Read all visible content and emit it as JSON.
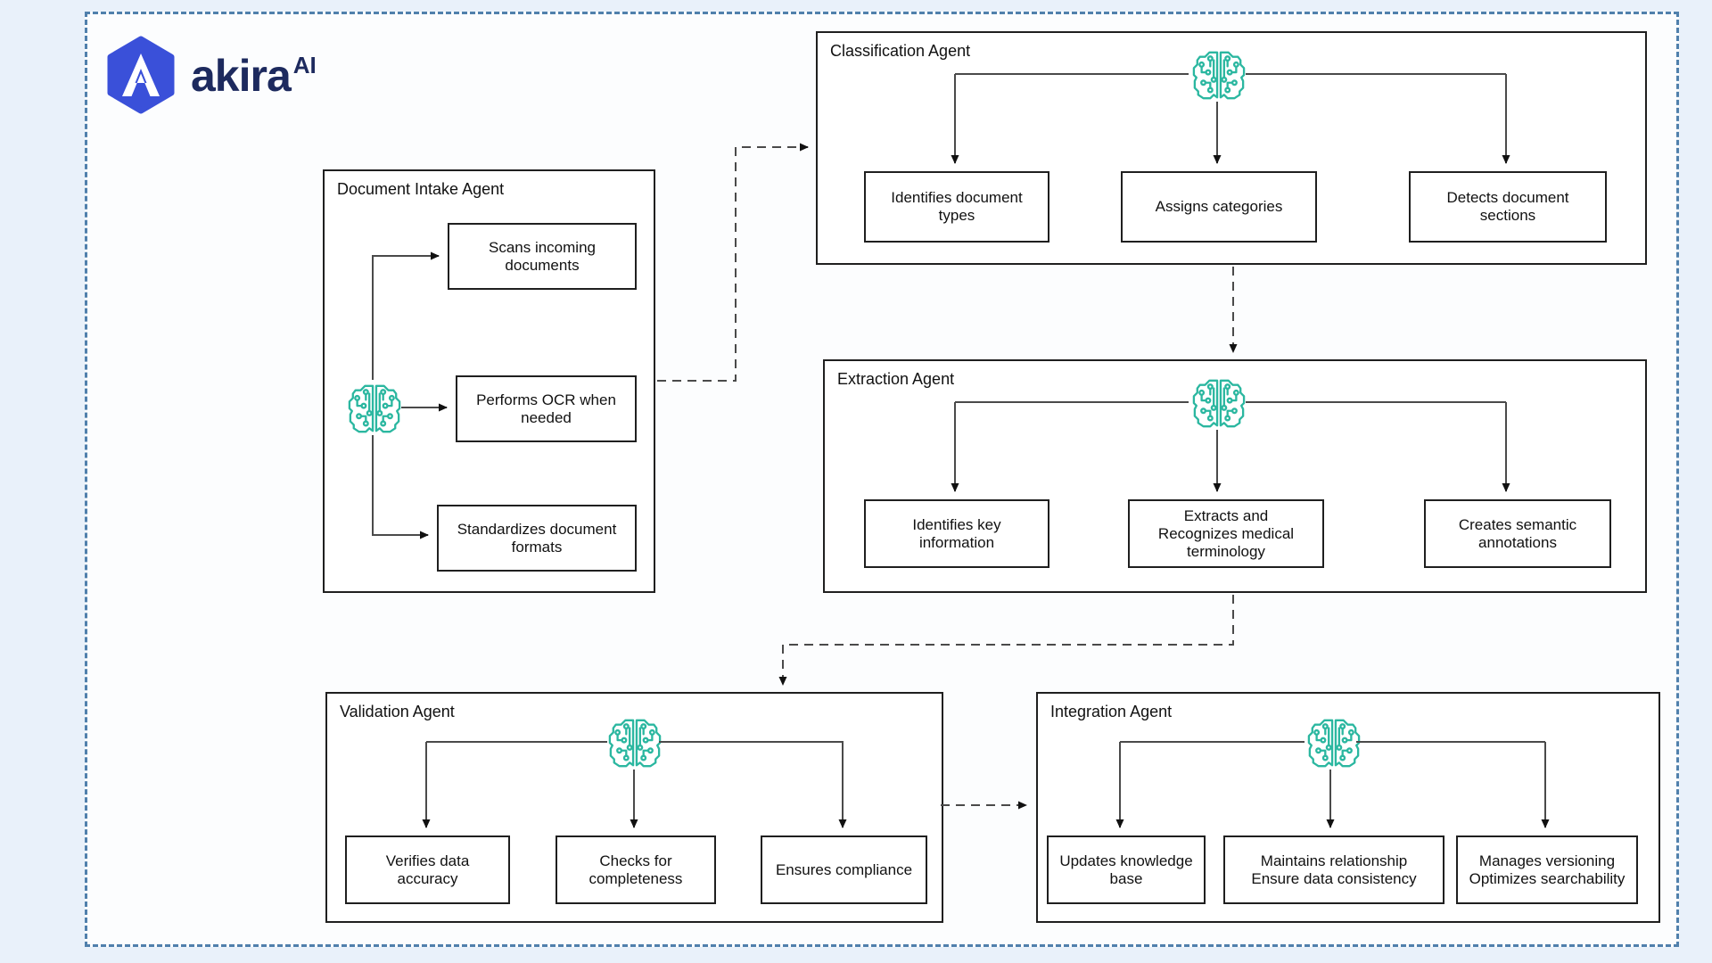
{
  "logo": {
    "brand": "akira",
    "suffix": "AI"
  },
  "agents": {
    "document_intake": {
      "title": "Document Intake Agent",
      "tasks": [
        "Scans incoming\ndocuments",
        "Performs OCR when\nneeded",
        "Standardizes document\nformats"
      ]
    },
    "classification": {
      "title": "Classification Agent",
      "tasks": [
        "Identifies document\ntypes",
        "Assigns categories",
        "Detects document\nsections"
      ]
    },
    "extraction": {
      "title": "Extraction Agent",
      "tasks": [
        "Identifies key\ninformation",
        "Extracts and\nRecognizes medical\nterminology",
        "Creates semantic\nannotations"
      ]
    },
    "validation": {
      "title": "Validation Agent",
      "tasks": [
        "Verifies data\naccuracy",
        "Checks for\ncompleteness",
        "Ensures compliance"
      ]
    },
    "integration": {
      "title": "Integration Agent",
      "tasks": [
        "Updates knowledge\nbase",
        "Maintains relationship\nEnsure data consistency",
        "Manages versioning\nOptimizes searchability"
      ]
    }
  },
  "icons": {
    "brain": "brain-circuit-icon",
    "logo_mark": "akira-hexagon-logo"
  },
  "colors": {
    "teal": "#2bb7a0",
    "frame_dash": "#5080ac",
    "logo_blue": "#3a50d9",
    "navy": "#1d2a5e",
    "connector": "#4a4a4a",
    "box_border": "#1f1f1f",
    "page_bg": "#e9f1fa"
  }
}
